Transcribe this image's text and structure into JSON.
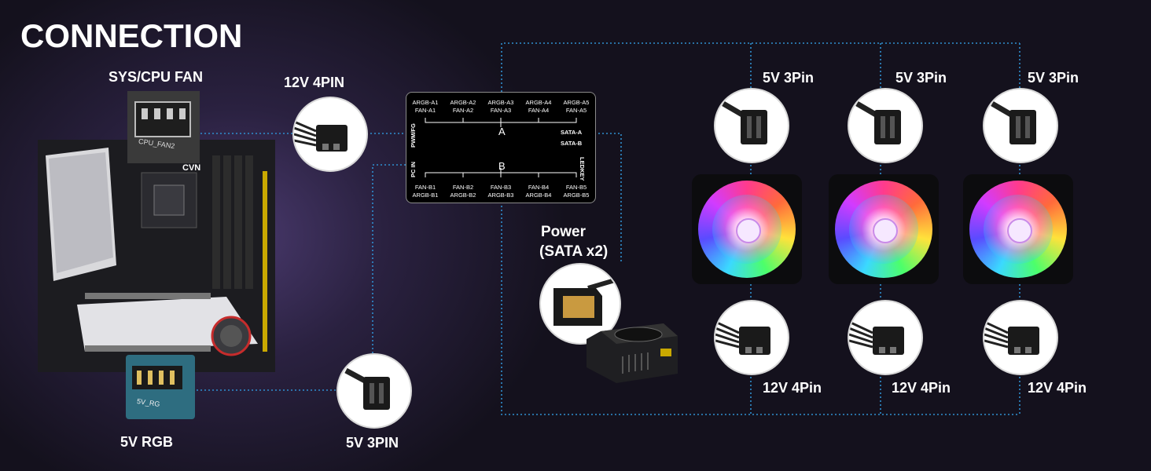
{
  "title": "CONNECTION",
  "labels": {
    "sys_cpu_fan": "SYS/CPU FAN",
    "twelve_v_4pin": "12V 4PIN",
    "five_v_rgb": "5V RGB",
    "five_v_3pin": "5V 3PIN",
    "power": "Power",
    "power_sub": "(SATA x2)",
    "fan_top": "5V 3Pin",
    "fan_bottom": "12V 4Pin"
  },
  "hub": {
    "top_ports": [
      {
        "argb": "ARGB-A1",
        "fan": "FAN-A1"
      },
      {
        "argb": "ARGB-A2",
        "fan": "FAN-A2"
      },
      {
        "argb": "ARGB-A3",
        "fan": "FAN-A3"
      },
      {
        "argb": "ARGB-A4",
        "fan": "FAN-A4"
      },
      {
        "argb": "ARGB-A5",
        "fan": "FAN-A5"
      }
    ],
    "bottom_ports": [
      {
        "fan": "FAN-B1",
        "argb": "ARGB-B1"
      },
      {
        "fan": "FAN-B2",
        "argb": "ARGB-B2"
      },
      {
        "fan": "FAN-B3",
        "argb": "ARGB-B3"
      },
      {
        "fan": "FAN-B4",
        "argb": "ARGB-B4"
      },
      {
        "fan": "FAN-B5",
        "argb": "ARGB-B5"
      }
    ],
    "group_a": "A",
    "group_b": "B",
    "pwm_fg": "PWM/FG",
    "pc_in": "PC IN",
    "sata_a": "SATA-A",
    "sata_b": "SATA-B",
    "ledkey": "LEDKEY"
  },
  "motherboard": {
    "brand_mark": "CVN",
    "header_cpu": "CPU_FAN2",
    "header_rgb": "5V_RG"
  },
  "colors": {
    "line": "#2f8fd0",
    "background": "#14111d"
  }
}
